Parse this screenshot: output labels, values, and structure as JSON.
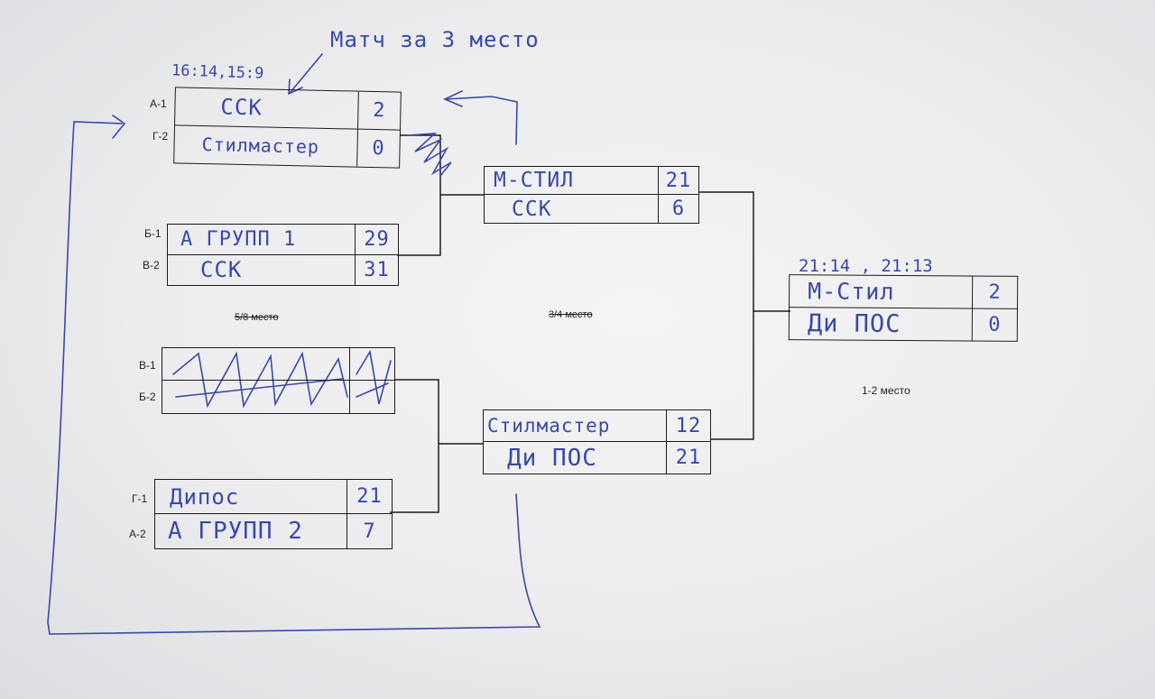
{
  "colors": {
    "ink_pen": "#3949a8",
    "ink_print": "#1c1c1c",
    "paper": "#efeff1"
  },
  "annotations": {
    "third_place_note": "Матч за 3 место",
    "third_place_times": "16:14,15:9",
    "final_times": "21:14 , 21:13"
  },
  "labels": {
    "place_5_8": "5/8 место",
    "place_3_4": "3/4 место",
    "place_1_2": "1-2 место"
  },
  "seeds": {
    "m1_top": "А-1",
    "m1_bot": "Г-2",
    "m2_top": "Б-1",
    "m2_bot": "В-2",
    "m3_top": "В-1",
    "m3_bot": "Б-2",
    "m4_top": "Г-1",
    "m4_bot": "А-2"
  },
  "matches": {
    "third_place": {
      "team1": "ССК",
      "score1": "2",
      "team2": "Стилмастер",
      "score2": "0"
    },
    "qf2": {
      "team1": "А ГРУПП 1",
      "score1": "29",
      "team2": "ССК",
      "score2": "31"
    },
    "qf3": {
      "team1": "",
      "score1": "",
      "team2": "",
      "score2": ""
    },
    "qf4": {
      "team1": "Дипос",
      "score1": "21",
      "team2": "А ГРУПП 2",
      "score2": "7"
    },
    "sf1": {
      "team1": "М-СТИЛ",
      "score1": "21",
      "team2": "ССК",
      "score2": "6"
    },
    "sf2": {
      "team1": "Стилмастер",
      "score1": "12",
      "team2": "Ди ПОС",
      "score2": "21"
    },
    "final": {
      "team1": "М-Стил",
      "score1": "2",
      "team2": "Ди ПОС",
      "score2": "0"
    }
  }
}
